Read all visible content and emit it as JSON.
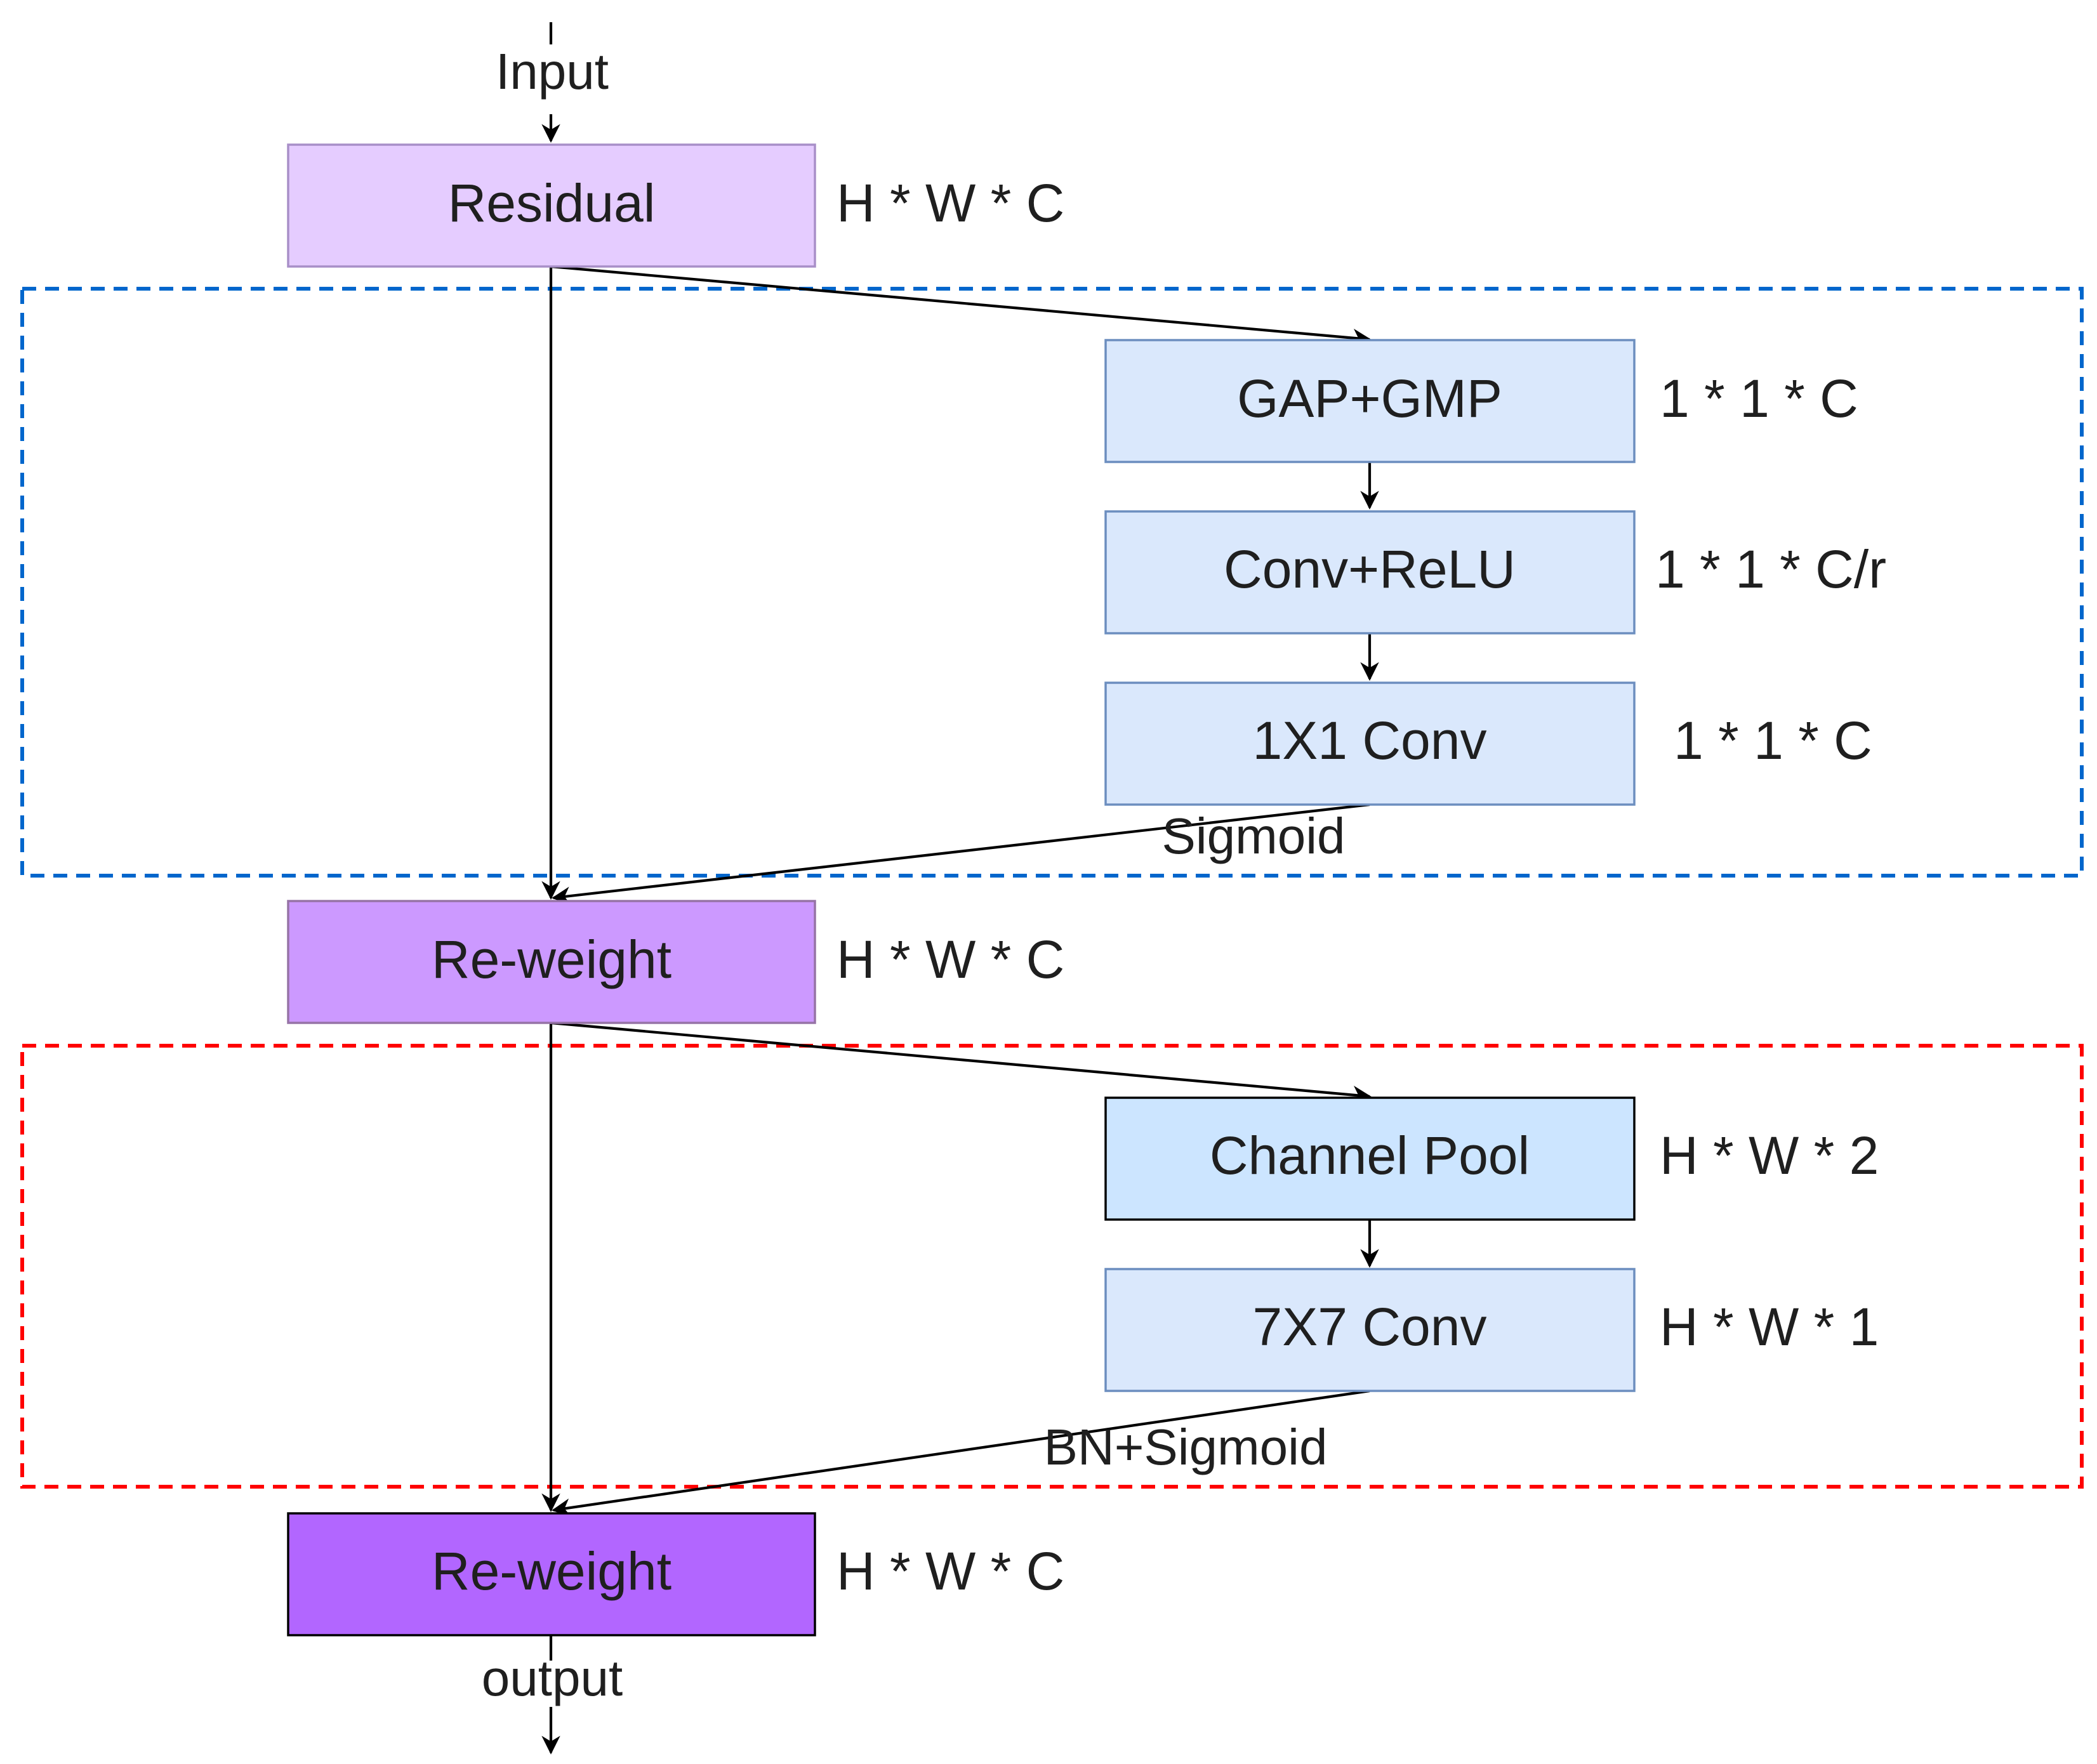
{
  "labels": {
    "input": "Input",
    "output": "output",
    "sigmoid": "Sigmoid",
    "bn_sigmoid": "BN+Sigmoid"
  },
  "nodes": {
    "residual": {
      "label": "Residual",
      "dims": "H * W * C",
      "fill": "#E5CCFF",
      "stroke": "#A88FC8"
    },
    "gap_gmp": {
      "label": "GAP+GMP",
      "dims": "1 * 1 * C",
      "fill": "#DAE8FC",
      "stroke": "#6C8EBF"
    },
    "conv_relu": {
      "label": "Conv+ReLU",
      "dims": "1 * 1 * C/r",
      "fill": "#DAE8FC",
      "stroke": "#6C8EBF"
    },
    "conv_1x1": {
      "label": "1X1 Conv",
      "dims": "1 * 1 * C",
      "fill": "#DAE8FC",
      "stroke": "#6C8EBF"
    },
    "reweight_1": {
      "label": "Re-weight",
      "dims": "H * W * C",
      "fill": "#CC99FF",
      "stroke": "#9673A6"
    },
    "channel_pool": {
      "label": "Channel Pool",
      "dims": "H * W * 2",
      "fill": "#CCE5FF",
      "stroke": "#000000"
    },
    "conv_7x7": {
      "label": "7X7 Conv",
      "dims": "H * W * 1",
      "fill": "#DAE8FC",
      "stroke": "#6C8EBF"
    },
    "reweight_2": {
      "label": "Re-weight",
      "dims": "H * W * C",
      "fill": "#B266FF",
      "stroke": "#000000"
    }
  },
  "groups": {
    "channel_attention": {
      "border_color": "#0066CC"
    },
    "spatial_attention": {
      "border_color": "#FF0000"
    }
  }
}
